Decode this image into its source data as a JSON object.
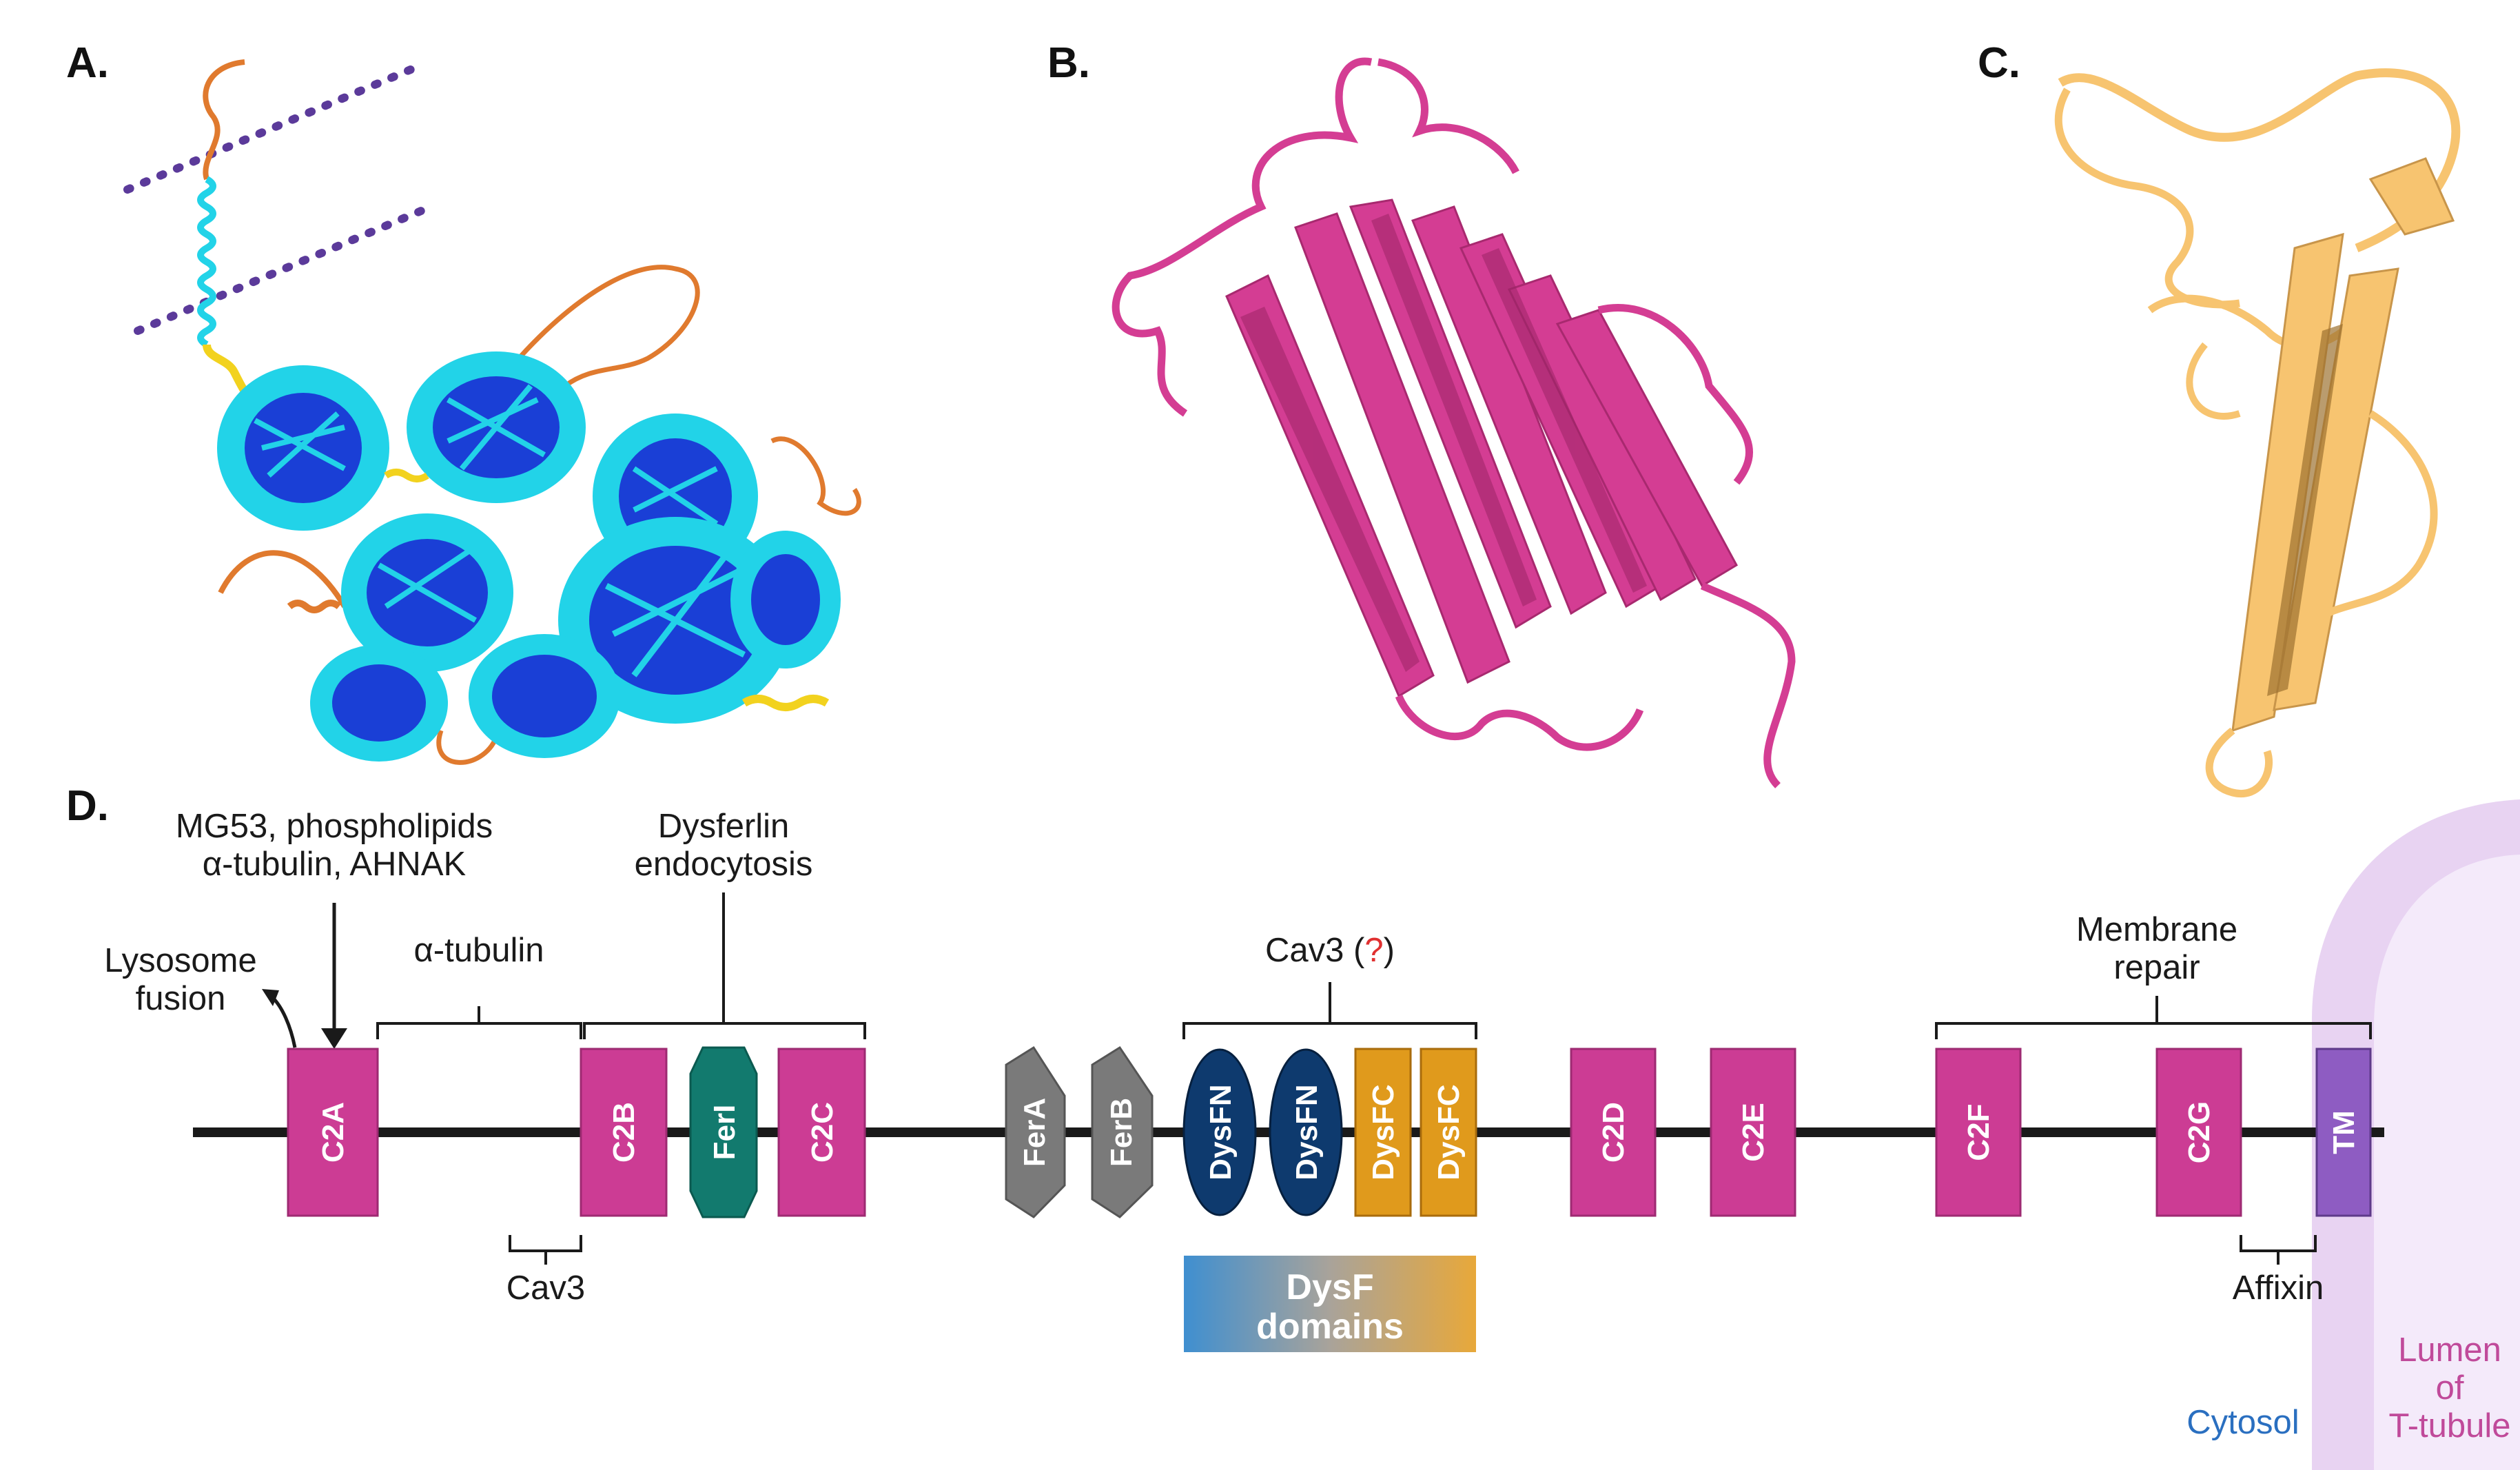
{
  "panels": {
    "a": "A.",
    "b": "B.",
    "c": "C.",
    "d": "D."
  },
  "colors": {
    "c2_domain": "#cc3c94",
    "ferI": "#127a6e",
    "fer_ab": "#7a7a7a",
    "dysfn": "#0e3a6e",
    "dysfc": "#e09a1c",
    "tm": "#8e5cc2",
    "membrane": "#e8d3f2",
    "helix_dark": "#1a3fd6",
    "helix_light": "#22d3e8",
    "coil_orange": "#e07a2e",
    "coil_yellow": "#f2d21e",
    "panel_b_ribbon": "#d43d93",
    "panel_c_ribbon": "#f7c470"
  },
  "domains": {
    "c2a": "C2A",
    "c2b": "C2B",
    "ferl": "FerI",
    "c2c": "C2C",
    "fera": "FerA",
    "ferb": "FerB",
    "dysfn1": "DysFN",
    "dysfn2": "DysFN",
    "dysfc1": "DysFC",
    "dysfc2": "DysFC",
    "c2d": "C2D",
    "c2e": "C2E",
    "c2f": "C2F",
    "c2g": "C2G",
    "tm": "TM"
  },
  "annotations": {
    "top_c2a_line1": "MG53, phospholipids",
    "top_c2a_line2": "α-tubulin, AHNAK",
    "lysosome_line1": "Lysosome",
    "lysosome_line2": "fusion",
    "alpha_tubulin": "α-tubulin",
    "endocytosis_line1": "Dysferlin",
    "endocytosis_line2": "endocytosis",
    "cav3_question_prefix": "Cav3 (",
    "cav3_question_mark": "?",
    "cav3_question_suffix": ")",
    "membrane_repair_line1": "Membrane",
    "membrane_repair_line2": "repair",
    "cav3_bottom": "Cav3",
    "affixin": "Affixin",
    "dysf_domains_line1": "DysF",
    "dysf_domains_line2": "domains",
    "cytosol": "Cytosol",
    "lumen_line1": "Lumen",
    "lumen_line2": "of",
    "lumen_line3": "T-tubule"
  }
}
